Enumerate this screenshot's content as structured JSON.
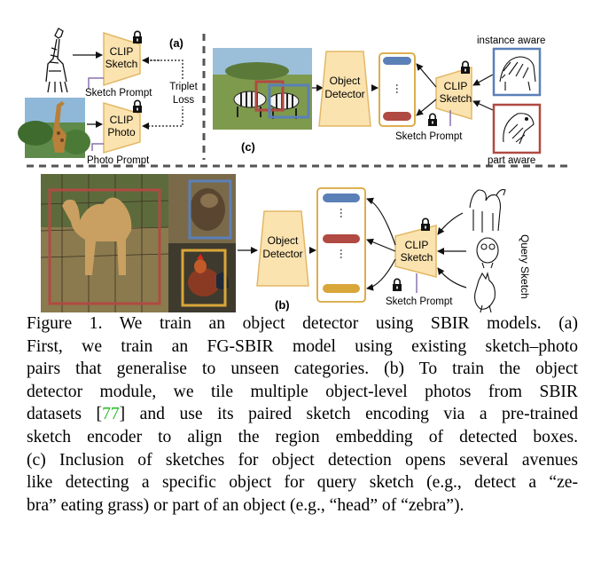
{
  "figure": {
    "panel_a": {
      "label": "(a)",
      "encoder_top": [
        "CLIP",
        "Sketch"
      ],
      "encoder_bottom": [
        "CLIP",
        "Photo"
      ],
      "sketch_prompt": "Sketch Prompt",
      "photo_prompt": "Photo Prompt",
      "loss": [
        "Triplet",
        "Loss"
      ]
    },
    "panel_c": {
      "label": "(c)",
      "detector": [
        "Object",
        "Detector"
      ],
      "encoder": [
        "CLIP",
        "Sketch"
      ],
      "prompt": "Sketch Prompt",
      "instance_label": "instance aware",
      "part_label": "part aware"
    },
    "panel_b": {
      "label": "(b)",
      "detector": [
        "Object",
        "Detector"
      ],
      "encoder": [
        "CLIP",
        "Sketch"
      ],
      "prompt": "Sketch Prompt",
      "query_label": "Query Sketch"
    },
    "colors": {
      "encoder_fill": "#fbe3b0",
      "encoder_stroke": "#e2b866",
      "blue": "#5b80b8",
      "red": "#b04a42",
      "gold": "#d9a63a",
      "prompt_purple": "#8a72b0"
    }
  },
  "caption": {
    "lines": [
      "Figure 1.  We train an object detector using SBIR models.  (a)",
      "First, we train an FG-SBIR model using existing sketch–photo",
      "pairs that generalise to unseen categories.  (b) To train the object",
      "detector module, we tile multiple object-level photos from SBIR",
      "datasets [",
      "] and use its paired sketch encoding via a pre-trained",
      "sketch encoder to align the region embedding of detected boxes.",
      "(c) Inclusion of sketches for object detection opens several avenues",
      "like detecting a specific object for query sketch (e.g., detect a “ze-",
      "bra” eating grass) or part of an object (e.g., “head” of “zebra”)."
    ],
    "citation": "77"
  }
}
